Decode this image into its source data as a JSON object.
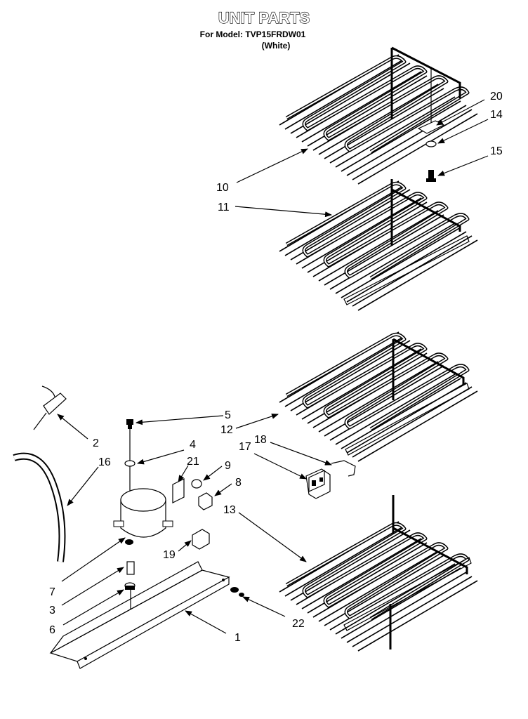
{
  "header": {
    "title": "UNIT PARTS",
    "model_line": "For Model: TVP15FRDW01",
    "color_line": "(White)"
  },
  "callouts": [
    {
      "id": "1",
      "label": "1"
    },
    {
      "id": "2",
      "label": "2"
    },
    {
      "id": "3",
      "label": "3"
    },
    {
      "id": "4",
      "label": "4"
    },
    {
      "id": "5",
      "label": "5"
    },
    {
      "id": "6",
      "label": "6"
    },
    {
      "id": "7",
      "label": "7"
    },
    {
      "id": "8",
      "label": "8"
    },
    {
      "id": "9",
      "label": "9"
    },
    {
      "id": "10",
      "label": "10"
    },
    {
      "id": "11",
      "label": "11"
    },
    {
      "id": "12",
      "label": "12"
    },
    {
      "id": "13",
      "label": "13"
    },
    {
      "id": "14",
      "label": "14"
    },
    {
      "id": "15",
      "label": "15"
    },
    {
      "id": "16",
      "label": "16"
    },
    {
      "id": "17",
      "label": "17"
    },
    {
      "id": "18",
      "label": "18"
    },
    {
      "id": "19",
      "label": "19"
    },
    {
      "id": "20",
      "label": "20"
    },
    {
      "id": "21",
      "label": "21"
    },
    {
      "id": "22",
      "label": "22"
    }
  ]
}
